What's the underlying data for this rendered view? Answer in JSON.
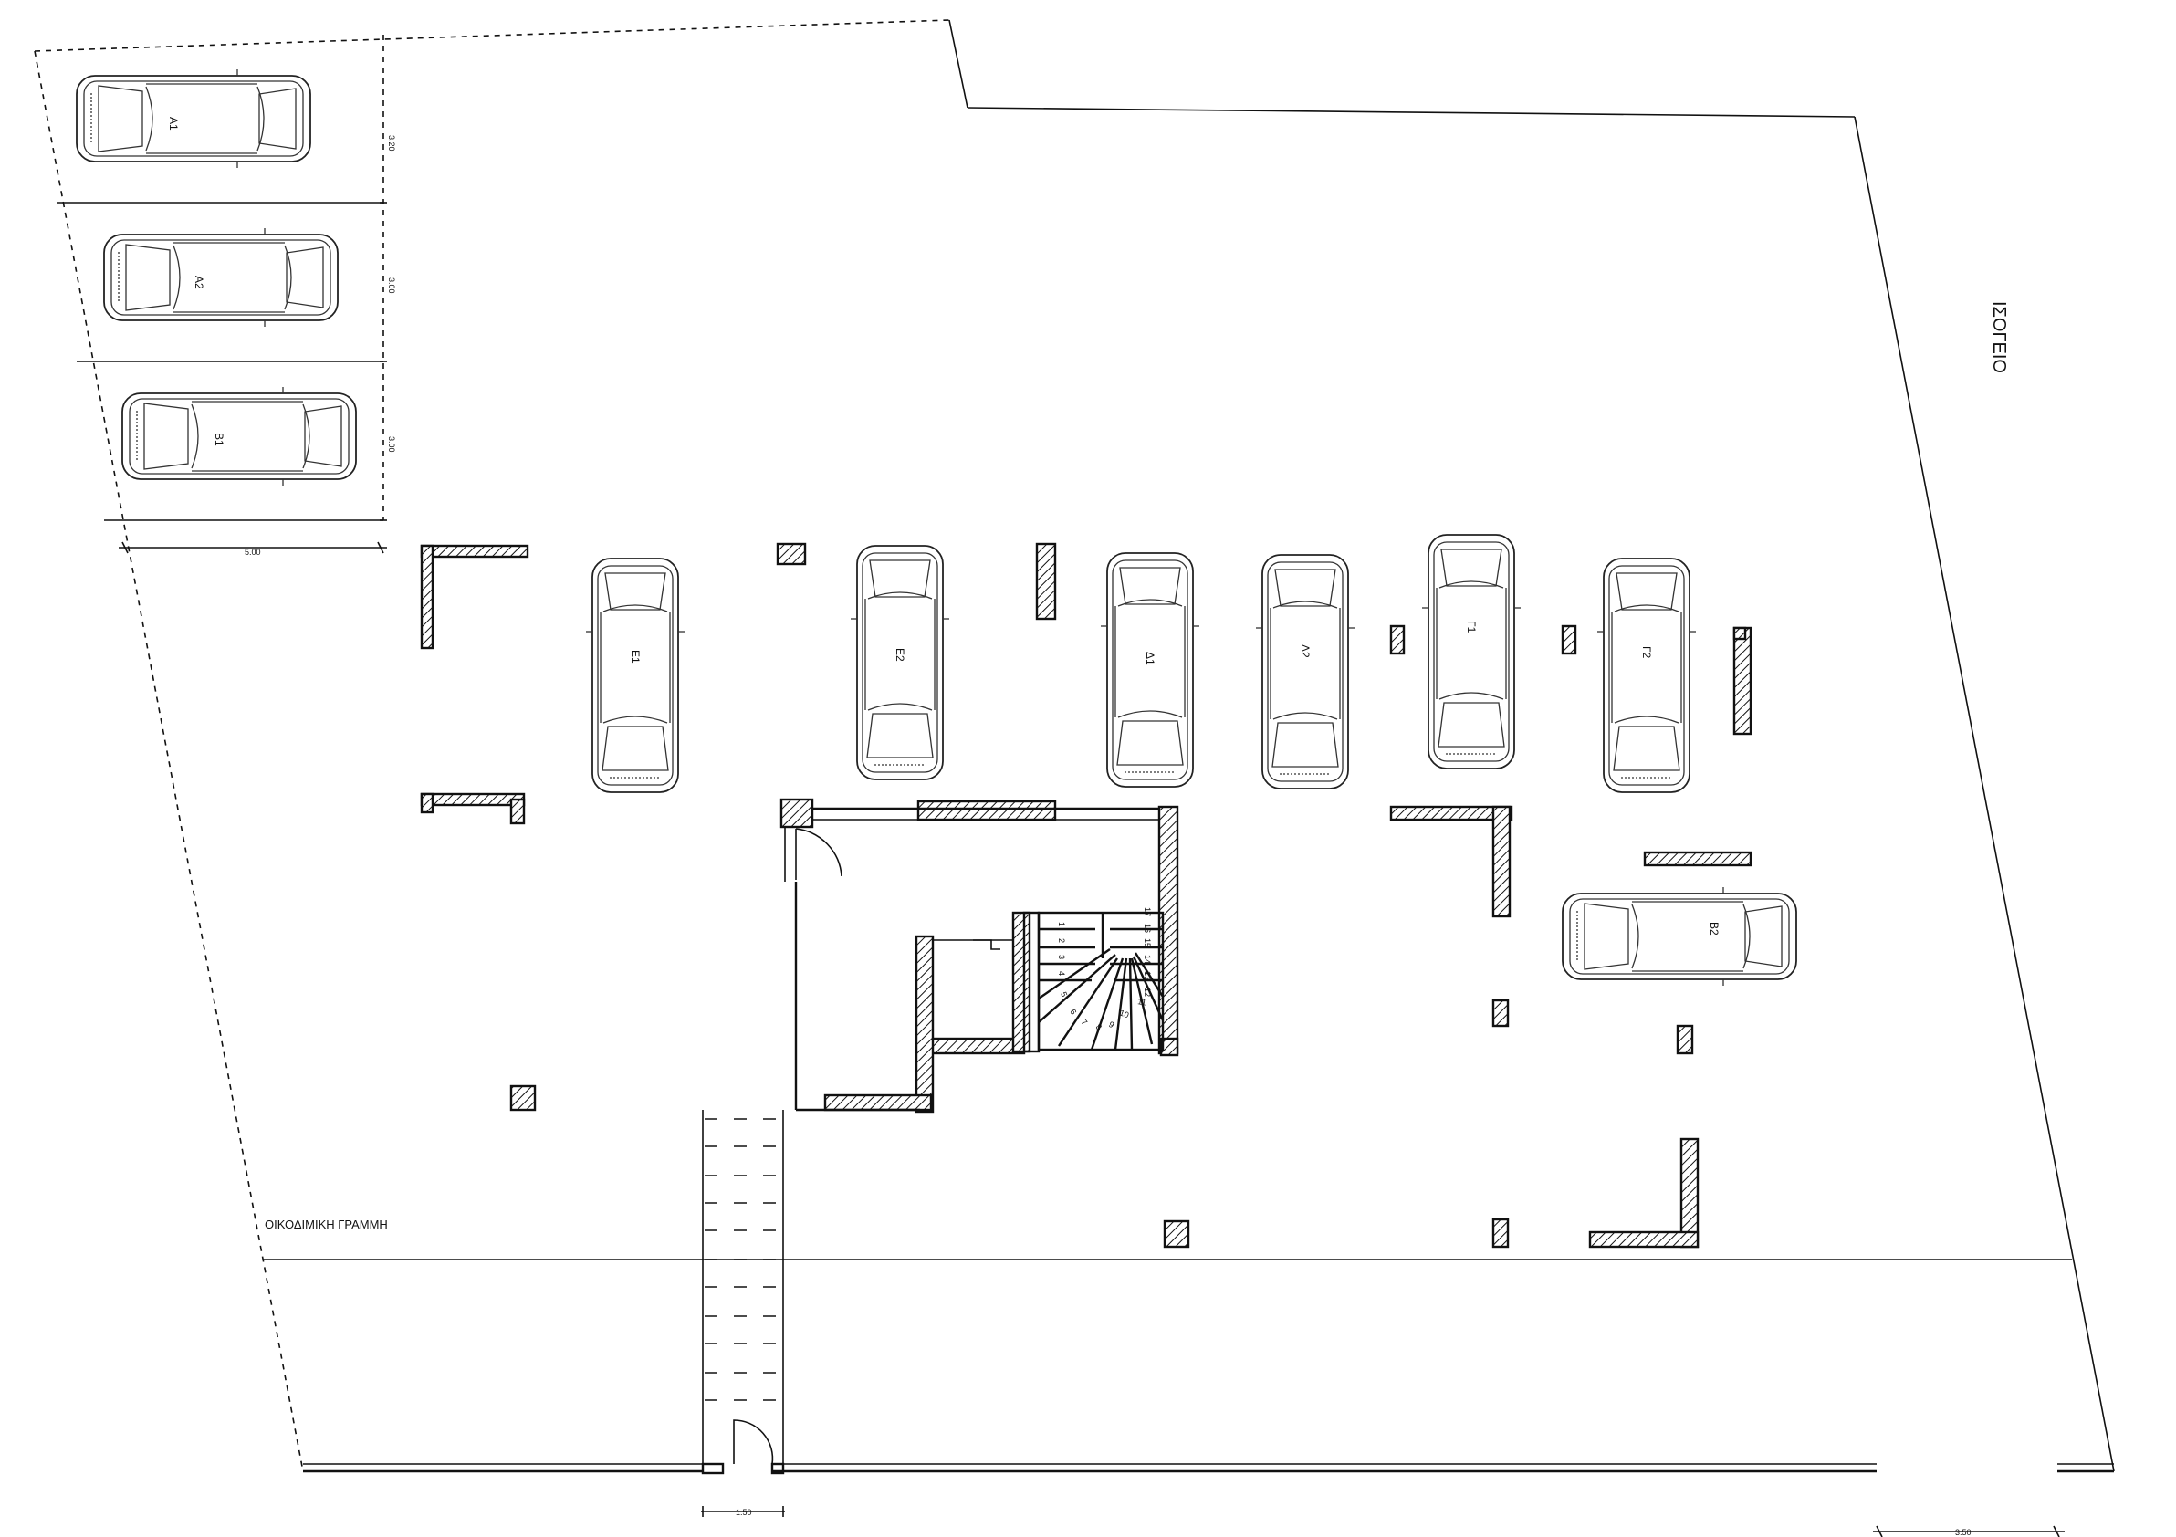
{
  "plan": {
    "floor_title": "ΙΣΟΓΕΙΟ",
    "building_line_label": "ΟΙΚΟΔΙΜΙΚΗ ΓΡΑΜΜΗ",
    "parking_spots": [
      "Α1",
      "Α2",
      "Β1",
      "Ε1",
      "Ε2",
      "Δ1",
      "Δ2",
      "Γ1",
      "Γ2",
      "Β2"
    ],
    "dimensions": {
      "row_a1": "3.20",
      "row_a2": "3.00",
      "row_b1": "3.00",
      "row_length": "5.00",
      "entrance_width": "1.50",
      "right_gap": "3.50"
    },
    "stair_steps": [
      "1",
      "2",
      "3",
      "4",
      "5",
      "6",
      "7",
      "8",
      "9",
      "10",
      "11",
      "12",
      "13",
      "14",
      "15",
      "16",
      "17"
    ]
  }
}
